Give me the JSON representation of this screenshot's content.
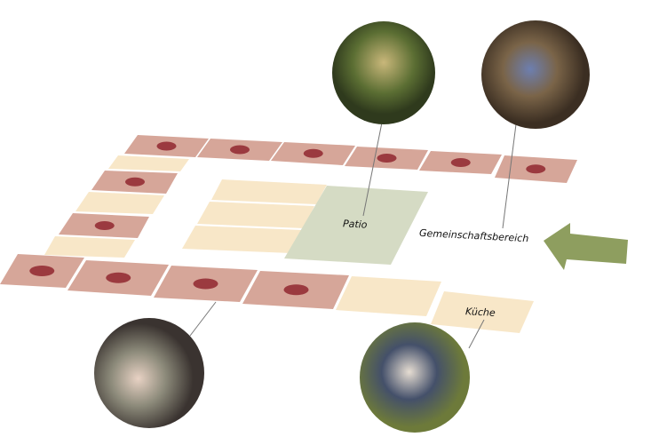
{
  "labels": {
    "patio": "Patio",
    "common_area": "Gemeinschaftsbereich",
    "kitchen": "Küche"
  },
  "colors": {
    "room": "#d6a699",
    "room_dot": "#9b3a3f",
    "service": "#f8e7c8",
    "patio": "#d5dbc4",
    "arrow": "#8e9e5f",
    "leader_line": "#777777"
  },
  "photos": [
    "patio-garden-photo",
    "common-area-photo",
    "care-photo",
    "kitchen-photo"
  ]
}
